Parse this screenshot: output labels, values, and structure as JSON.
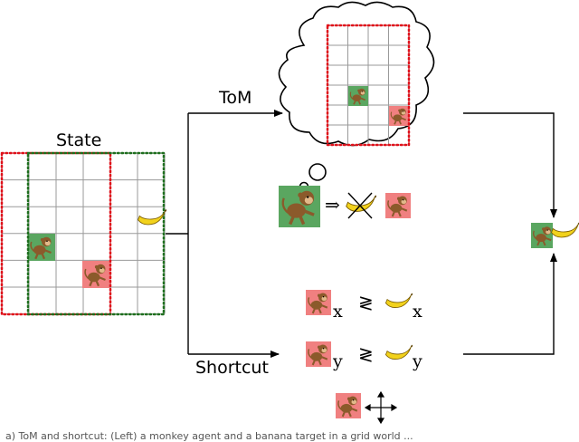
{
  "labels": {
    "state": "State",
    "tom": "ToM",
    "shortcut": "Shortcut"
  },
  "variables": {
    "x_top": "x",
    "x_right": "x",
    "y_left": "y",
    "y_right": "y"
  },
  "relation_symbol": "≷",
  "implies_symbol": "⇒",
  "caption": "a) ToM and shortcut: (Left) a monkey agent and a banana target in a grid world ...",
  "colors": {
    "red_border": "#e0101a",
    "green_border": "#1e6e1e",
    "agent_green_bg": "#5aa660",
    "agent_red_bg": "#f08080",
    "grid_line": "#9a9a9a",
    "banana": "#f2d21c"
  },
  "icons": {
    "agent": "monkey-icon",
    "target": "banana-icon",
    "move": "four-way-arrow-icon",
    "cross": "cross-icon"
  }
}
